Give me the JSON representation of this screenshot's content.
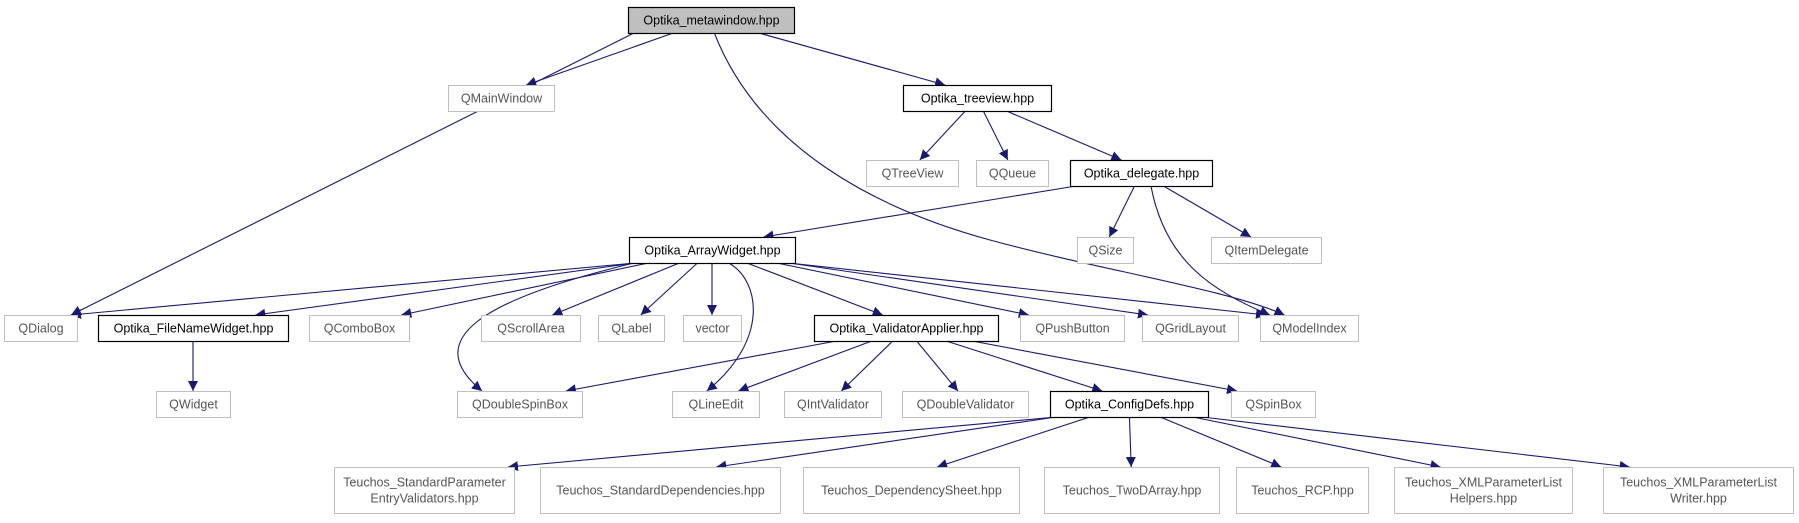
{
  "diagram": {
    "edge_color": "#191970",
    "nodes": [
      {
        "id": "metawindow",
        "lines": [
          "Optika_metawindow.hpp"
        ],
        "kind": "root"
      },
      {
        "id": "qmainwindow",
        "lines": [
          "QMainWindow"
        ],
        "kind": "external"
      },
      {
        "id": "treeview",
        "lines": [
          "Optika_treeview.hpp"
        ],
        "kind": "project"
      },
      {
        "id": "qtreeview",
        "lines": [
          "QTreeView"
        ],
        "kind": "external"
      },
      {
        "id": "qqueue",
        "lines": [
          "QQueue"
        ],
        "kind": "external"
      },
      {
        "id": "delegate",
        "lines": [
          "Optika_delegate.hpp"
        ],
        "kind": "project"
      },
      {
        "id": "qsize",
        "lines": [
          "QSize"
        ],
        "kind": "external"
      },
      {
        "id": "qitemdelegate",
        "lines": [
          "QItemDelegate"
        ],
        "kind": "external"
      },
      {
        "id": "arraywidget",
        "lines": [
          "Optika_ArrayWidget.hpp"
        ],
        "kind": "project"
      },
      {
        "id": "qdialog",
        "lines": [
          "QDialog"
        ],
        "kind": "external"
      },
      {
        "id": "filenamewidget",
        "lines": [
          "Optika_FileNameWidget.hpp"
        ],
        "kind": "project"
      },
      {
        "id": "qcombobox",
        "lines": [
          "QComboBox"
        ],
        "kind": "external"
      },
      {
        "id": "qscrollarea",
        "lines": [
          "QScrollArea"
        ],
        "kind": "external"
      },
      {
        "id": "qlabel",
        "lines": [
          "QLabel"
        ],
        "kind": "external"
      },
      {
        "id": "vector",
        "lines": [
          "vector"
        ],
        "kind": "external"
      },
      {
        "id": "validatorapplier",
        "lines": [
          "Optika_ValidatorApplier.hpp"
        ],
        "kind": "project"
      },
      {
        "id": "qpushbutton",
        "lines": [
          "QPushButton"
        ],
        "kind": "external"
      },
      {
        "id": "qgridlayout",
        "lines": [
          "QGridLayout"
        ],
        "kind": "external"
      },
      {
        "id": "qmodelindex",
        "lines": [
          "QModelIndex"
        ],
        "kind": "external"
      },
      {
        "id": "qwidget",
        "lines": [
          "QWidget"
        ],
        "kind": "external"
      },
      {
        "id": "qdoublespinbox",
        "lines": [
          "QDoubleSpinBox"
        ],
        "kind": "external"
      },
      {
        "id": "qlineedit",
        "lines": [
          "QLineEdit"
        ],
        "kind": "external"
      },
      {
        "id": "qintvalidator",
        "lines": [
          "QIntValidator"
        ],
        "kind": "external"
      },
      {
        "id": "qdoublevalidator",
        "lines": [
          "QDoubleValidator"
        ],
        "kind": "external"
      },
      {
        "id": "configdefs",
        "lines": [
          "Optika_ConfigDefs.hpp"
        ],
        "kind": "project"
      },
      {
        "id": "qspinbox",
        "lines": [
          "QSpinBox"
        ],
        "kind": "external"
      },
      {
        "id": "stdparam",
        "lines": [
          "Teuchos_StandardParameter",
          "EntryValidators.hpp"
        ],
        "kind": "external"
      },
      {
        "id": "stddeps",
        "lines": [
          "Teuchos_StandardDependencies.hpp"
        ],
        "kind": "external"
      },
      {
        "id": "depsheet",
        "lines": [
          "Teuchos_DependencySheet.hpp"
        ],
        "kind": "external"
      },
      {
        "id": "twodarray",
        "lines": [
          "Teuchos_TwoDArray.hpp"
        ],
        "kind": "external"
      },
      {
        "id": "rcp",
        "lines": [
          "Teuchos_RCP.hpp"
        ],
        "kind": "external"
      },
      {
        "id": "xmlhelpers",
        "lines": [
          "Teuchos_XMLParameterList",
          "Helpers.hpp"
        ],
        "kind": "external"
      },
      {
        "id": "xmlwriter",
        "lines": [
          "Teuchos_XMLParameterList",
          "Writer.hpp"
        ],
        "kind": "external"
      }
    ],
    "edges": [
      [
        "metawindow",
        "qmainwindow"
      ],
      [
        "metawindow",
        "treeview"
      ],
      [
        "metawindow",
        "qdialog"
      ],
      [
        "metawindow",
        "qmodelindex"
      ],
      [
        "treeview",
        "qtreeview"
      ],
      [
        "treeview",
        "qqueue"
      ],
      [
        "treeview",
        "delegate"
      ],
      [
        "delegate",
        "arraywidget"
      ],
      [
        "delegate",
        "qsize"
      ],
      [
        "delegate",
        "qitemdelegate"
      ],
      [
        "delegate",
        "qmodelindex"
      ],
      [
        "arraywidget",
        "qdialog"
      ],
      [
        "arraywidget",
        "filenamewidget"
      ],
      [
        "arraywidget",
        "qcombobox"
      ],
      [
        "arraywidget",
        "qscrollarea"
      ],
      [
        "arraywidget",
        "qlabel"
      ],
      [
        "arraywidget",
        "vector"
      ],
      [
        "arraywidget",
        "validatorapplier"
      ],
      [
        "arraywidget",
        "qpushbutton"
      ],
      [
        "arraywidget",
        "qgridlayout"
      ],
      [
        "arraywidget",
        "qmodelindex"
      ],
      [
        "arraywidget",
        "qdoublespinbox"
      ],
      [
        "arraywidget",
        "qlineedit"
      ],
      [
        "filenamewidget",
        "qwidget"
      ],
      [
        "validatorapplier",
        "qdoublespinbox"
      ],
      [
        "validatorapplier",
        "qlineedit"
      ],
      [
        "validatorapplier",
        "qintvalidator"
      ],
      [
        "validatorapplier",
        "qdoublevalidator"
      ],
      [
        "validatorapplier",
        "configdefs"
      ],
      [
        "validatorapplier",
        "qspinbox"
      ],
      [
        "configdefs",
        "stdparam"
      ],
      [
        "configdefs",
        "stddeps"
      ],
      [
        "configdefs",
        "depsheet"
      ],
      [
        "configdefs",
        "twodarray"
      ],
      [
        "configdefs",
        "rcp"
      ],
      [
        "configdefs",
        "xmlhelpers"
      ],
      [
        "configdefs",
        "xmlwriter"
      ]
    ]
  }
}
